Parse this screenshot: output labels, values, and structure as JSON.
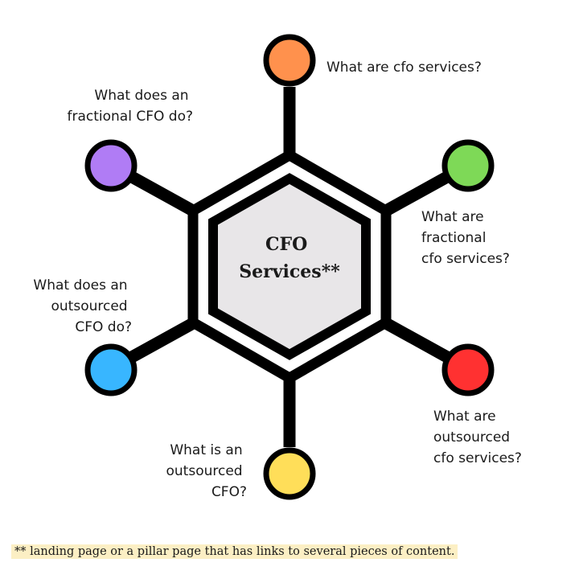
{
  "center": {
    "title_line1": "CFO",
    "title_line2": "Services**"
  },
  "nodes": [
    {
      "id": "top",
      "color": "#ff914d",
      "lines": [
        "What are cfo services?"
      ]
    },
    {
      "id": "upper-right",
      "color": "#7ed957",
      "lines": [
        "What are",
        "fractional",
        "cfo services?"
      ]
    },
    {
      "id": "lower-right",
      "color": "#ff3131",
      "lines": [
        "What are",
        "outsourced",
        "cfo services?"
      ]
    },
    {
      "id": "bottom",
      "color": "#ffde59",
      "lines": [
        "What is an",
        "outsourced",
        "CFO?"
      ]
    },
    {
      "id": "lower-left",
      "color": "#38b6ff",
      "lines": [
        "What does an",
        "outsourced",
        "CFO do?"
      ]
    },
    {
      "id": "upper-left",
      "color": "#b07cf5",
      "lines": [
        "What does an",
        "fractional CFO do?"
      ]
    }
  ],
  "footnote": "** landing page or a pillar page that has links to several pieces of content.",
  "colors": {
    "stroke": "#000000",
    "hexagon_fill": "#e8e6e8",
    "footnote_highlight": "#fcefc4"
  }
}
